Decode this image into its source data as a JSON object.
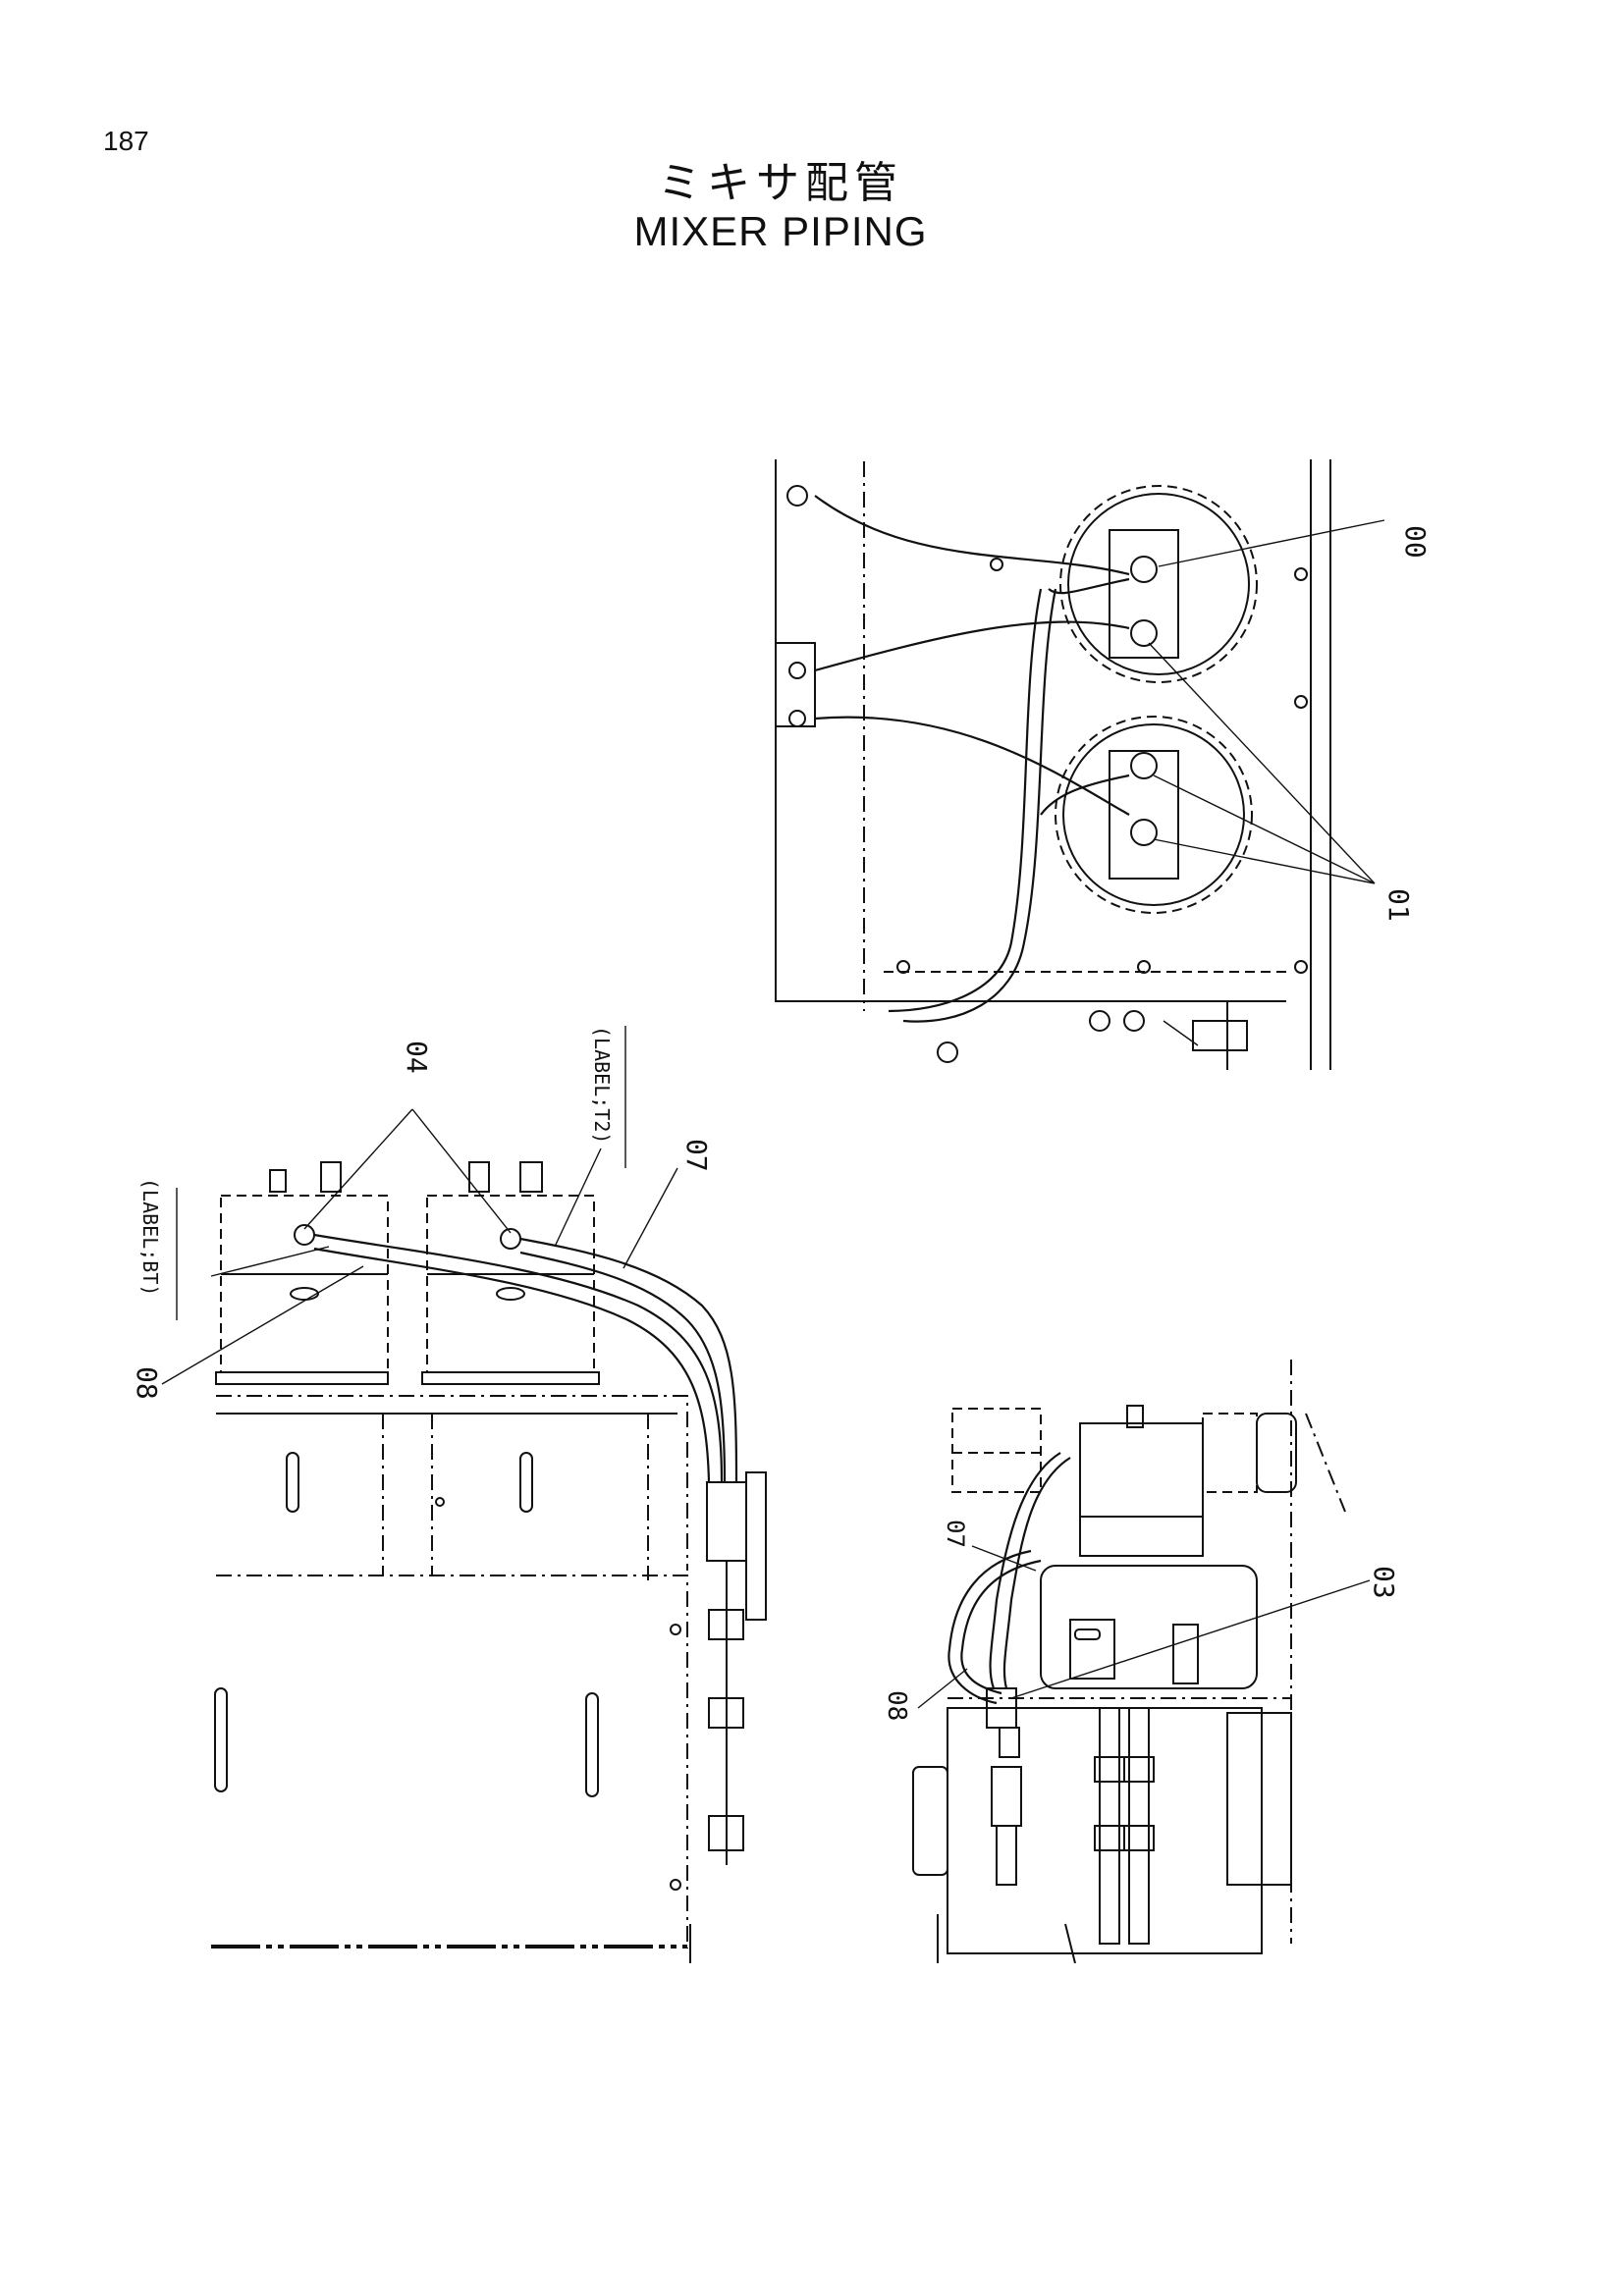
{
  "page": {
    "number": "187"
  },
  "title": {
    "japanese": "ミキサ配管",
    "english": "MIXER PIPING"
  },
  "callouts": {
    "top_view": {
      "c00": "00",
      "c01": "01"
    },
    "left_view": {
      "c04": "04",
      "c07": "07",
      "c08": "08",
      "label_bt": "(LABEL;BT)",
      "label_t2": "(LABEL;T2)"
    },
    "bottom_right_view": {
      "c03": "03",
      "c07": "07",
      "c08": "08"
    }
  }
}
